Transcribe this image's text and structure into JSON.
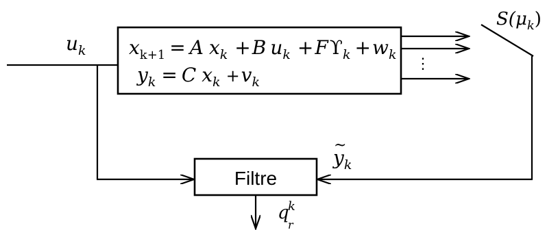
{
  "diagram": {
    "input": {
      "base": "u",
      "sub": "k"
    },
    "system": {
      "eq1": {
        "lhs_base": "x",
        "lhs_sub": "k+1",
        "equals": "=",
        "t1_coef": "A",
        "t1_var": "x",
        "t1_sub": "k",
        "plus1": "+",
        "t2_coef": "B",
        "t2_var": "u",
        "t2_sub": "k",
        "plus2": "+",
        "t3_coef": "F",
        "t3_var": "ϒ",
        "t3_sub": "k",
        "plus3": "+",
        "t4_var": "w",
        "t4_sub": "k"
      },
      "eq2": {
        "lhs_base": "y",
        "lhs_sub": "k",
        "equals": "=",
        "t1_coef": "C",
        "t1_var": "x",
        "t1_sub": "k",
        "plus1": "+",
        "t2_var": "v",
        "t2_sub": "k"
      }
    },
    "ellipsis": "⋮",
    "switch": {
      "label_base": "S(",
      "label_mu": "μ",
      "label_sub": "k",
      "label_close": ")"
    },
    "measured": {
      "base": "y",
      "accent": "~",
      "sub": "k"
    },
    "filter": {
      "label": "Filtre"
    },
    "output": {
      "base": "q",
      "sub": "r",
      "sup": "k"
    }
  }
}
